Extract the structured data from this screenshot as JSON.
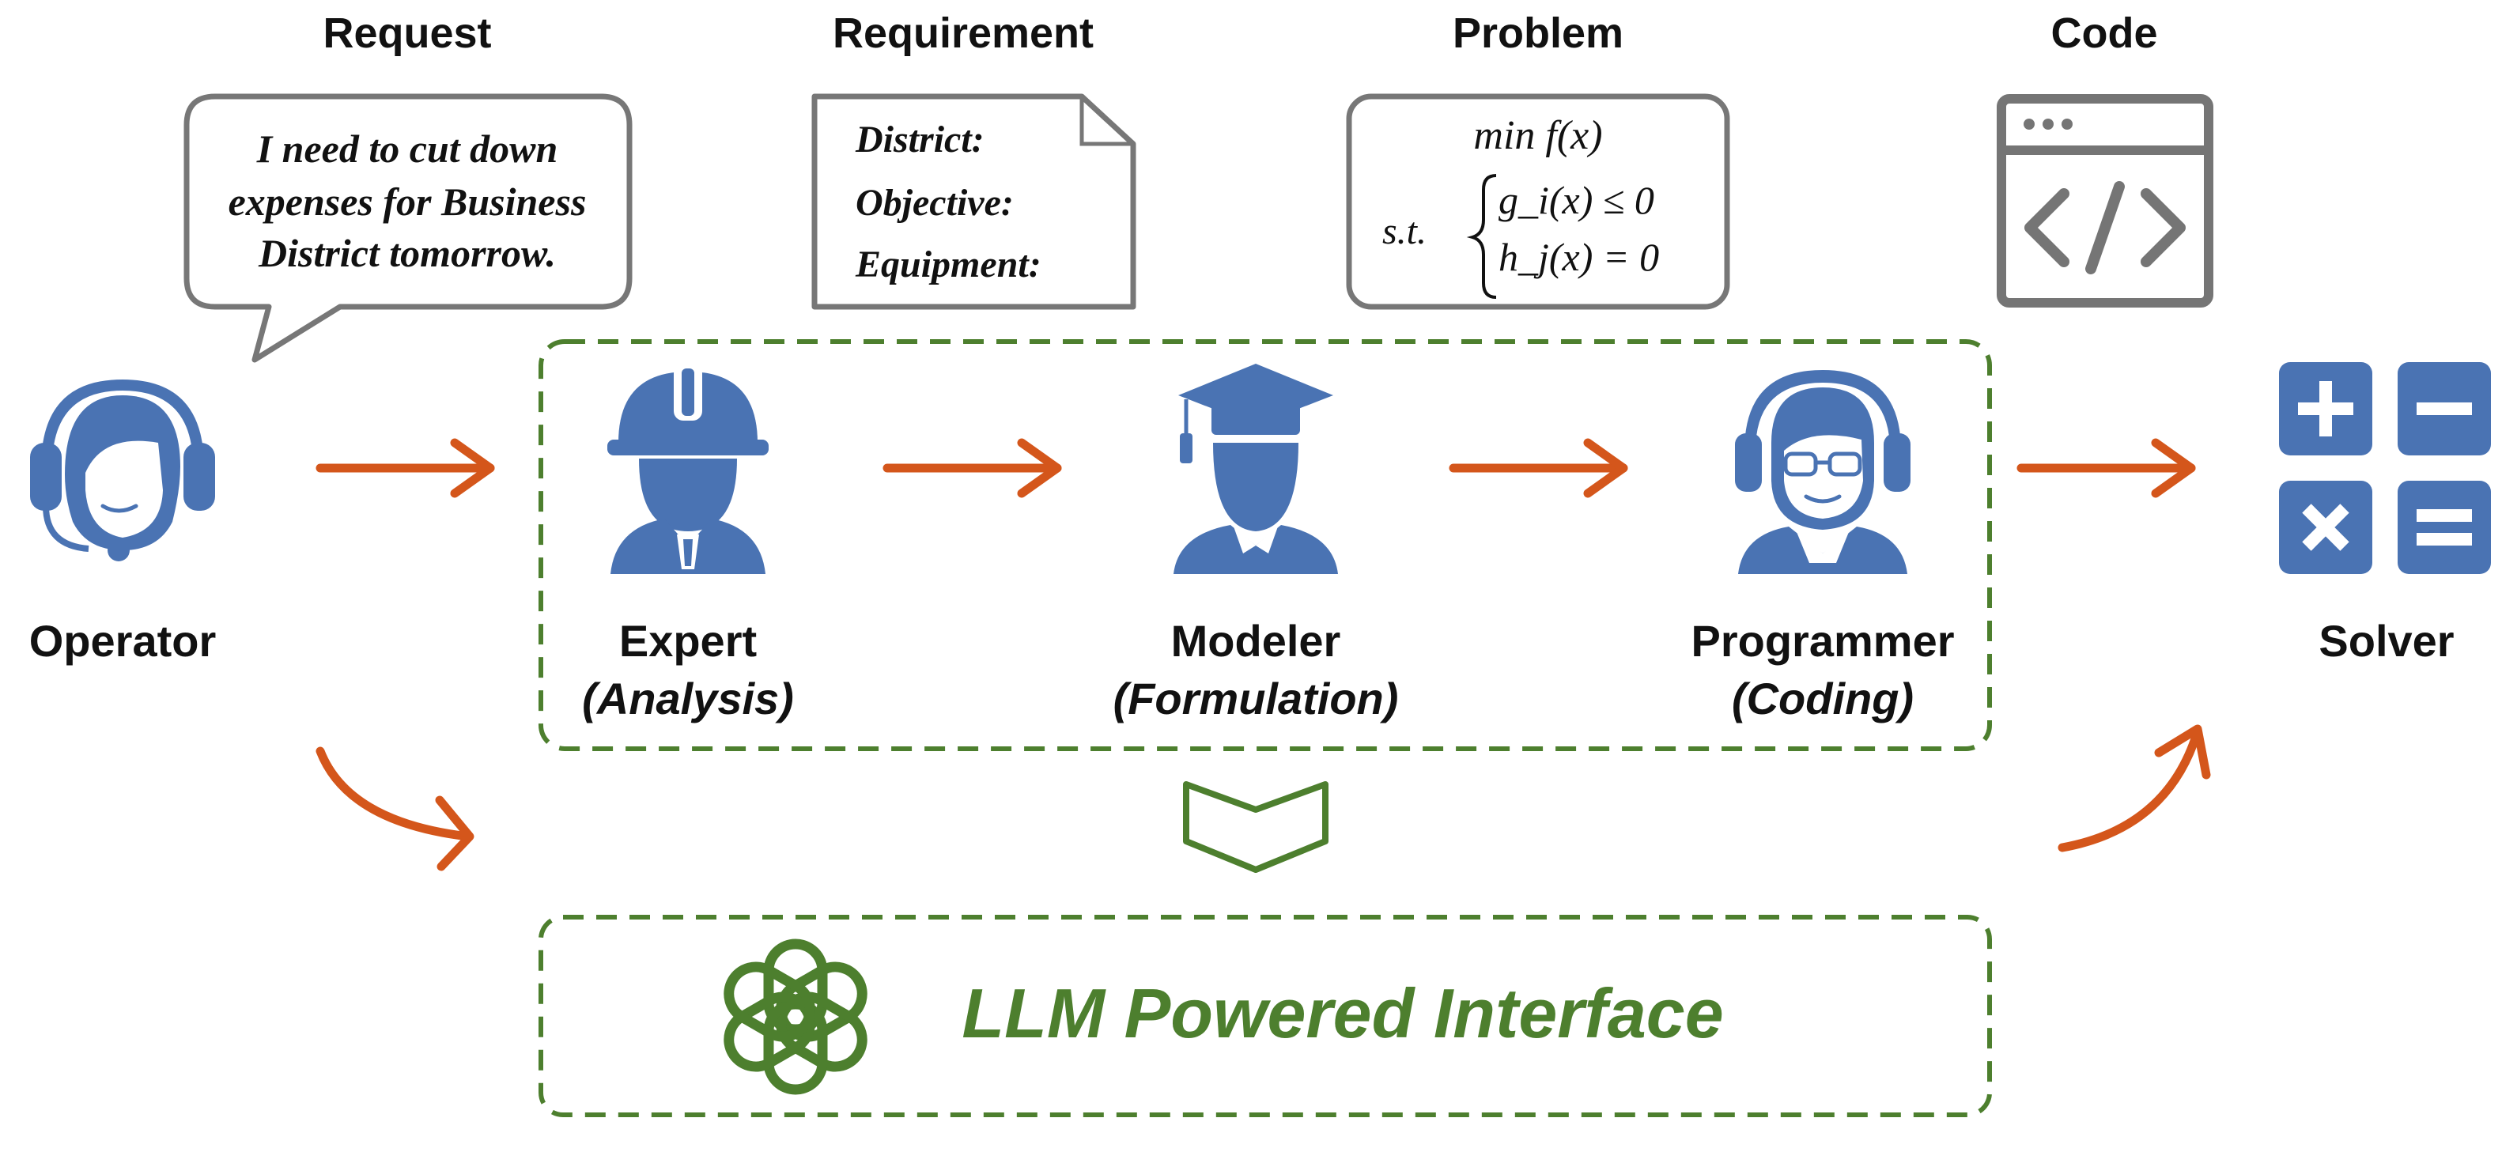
{
  "headers": {
    "request": "Request",
    "requirement": "Requirement",
    "problem": "Problem",
    "code": "Code"
  },
  "speech_bubble": {
    "line1": "I need to cut down",
    "line2": "expenses for Business",
    "line3": "District tomorrow."
  },
  "requirement_doc": {
    "field1": "District:",
    "field2": "Objective:",
    "field3": "Equipment:"
  },
  "problem_box": {
    "objective": "min f(x)",
    "st": "s.t.",
    "constraint1": "g_i(x) ≤ 0",
    "constraint2": "h_j(x) = 0"
  },
  "actors": {
    "operator": "Operator",
    "expert": "Expert",
    "expert_role": "(Analysis)",
    "modeler": "Modeler",
    "modeler_role": "(Formulation)",
    "programmer": "Programmer",
    "programmer_role": "(Coding)",
    "solver": "Solver"
  },
  "interface": {
    "label": "LLM Powered Interface"
  },
  "colors": {
    "icon_blue": "#4a73b3",
    "arrow_orange": "#d4561b",
    "green": "#4d7f2e",
    "box_gray": "#757575",
    "text": "#111111"
  },
  "icons": {
    "operator": "headset-agent-icon",
    "expert": "hardhat-worker-icon",
    "modeler": "graduate-cap-icon",
    "programmer": "headset-glasses-icon",
    "code": "code-window-icon",
    "solver": "calculator-icon",
    "interface": "openai-knot-icon",
    "merge": "chevron-down-outline-icon"
  }
}
